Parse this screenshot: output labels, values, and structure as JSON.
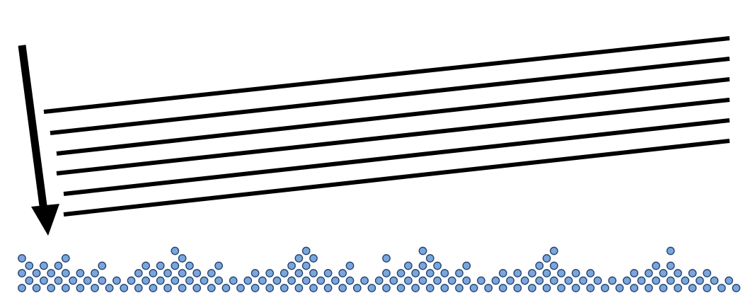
{
  "diagram": {
    "kind": "incident-beam-and-rough-surface",
    "beam_line_count": 6,
    "arrow_direction": "down",
    "colors": {
      "background": "#ffffff",
      "beam_lines": "#000000",
      "arrow": "#000000",
      "atom_fill": "#7aa6dd",
      "atom_stroke": "#1f3f6b"
    }
  }
}
